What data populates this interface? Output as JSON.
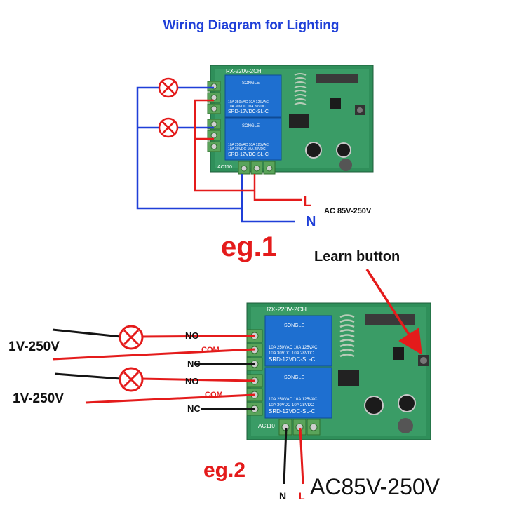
{
  "title": "Wiring Diagram for Lighting",
  "colors": {
    "title": "#1f3fd8",
    "blue_wire": "#1f3fd8",
    "red_wire": "#e41b1b",
    "black_wire": "#141414",
    "board": "#2f8f5a",
    "relay": "#1e6fd0",
    "terminal": "#5aa45a"
  },
  "eg1": {
    "label": "eg.1",
    "board_silk": "RX-220V-2CH",
    "relay_brand": "SONGLE",
    "relay_spec1": "10A 250VAC  10A 125VAC",
    "relay_spec2": "10A 30VDC   10A 28VDC",
    "relay_model": "SRD-12VDC-SL-C",
    "ac_label": "AC110",
    "L": "L",
    "N": "N",
    "voltage": "AC 85V-250V"
  },
  "eg2": {
    "label": "eg.2",
    "board_silk": "RX-220V-2CH",
    "relay_brand": "SONGLE",
    "relay_spec1": "10A 250VAC  10A 125VAC",
    "relay_spec2": "10A 30VDC   10A 28VDC",
    "relay_model": "SRD-12VDC-SL-C",
    "ac_label": "AC110",
    "learn_button": "Learn button",
    "supply1": "1V-250V",
    "supply2": "1V-250V",
    "no1": "NO",
    "com1": "COM",
    "nc1": "NC",
    "no2": "NO",
    "com2": "COM",
    "nc2": "NC",
    "N": "N",
    "L": "L",
    "voltage": "AC85V-250V"
  }
}
